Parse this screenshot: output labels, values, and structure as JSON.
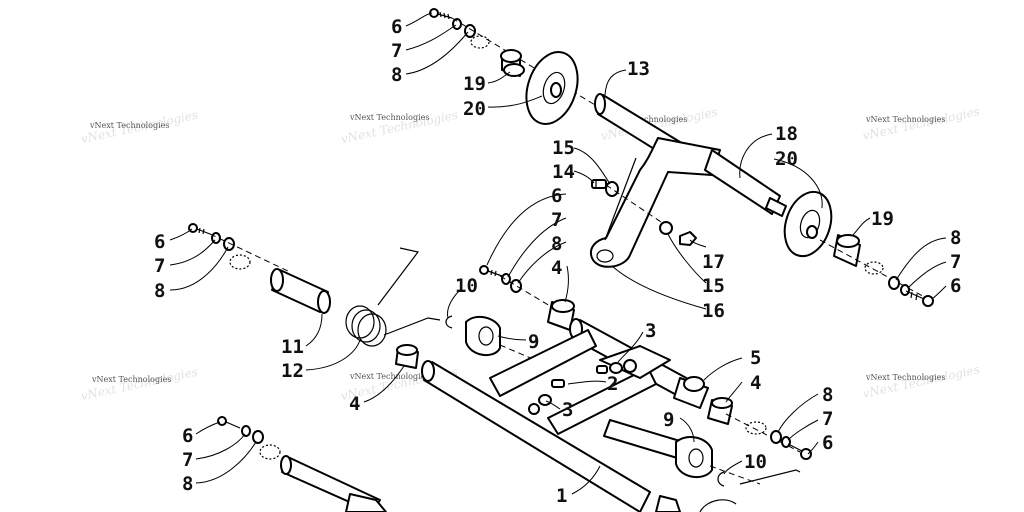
{
  "watermark": "vNext Technologies",
  "callouts": {
    "c6a": "6",
    "c7a": "7",
    "c8a": "8",
    "c19a": "19",
    "c20a": "20",
    "c13": "13",
    "c15a": "15",
    "c14": "14",
    "c18": "18",
    "c20b": "20",
    "c19b": "19",
    "c6b": "6",
    "c7b": "7",
    "c8b": "8",
    "c4a": "4",
    "c10a": "10",
    "c6c": "6",
    "c7c": "7",
    "c8c": "8",
    "c11": "11",
    "c12": "12",
    "c17": "17",
    "c15b": "15",
    "c16": "16",
    "c8d": "8",
    "c7d": "7",
    "c6d": "6",
    "c9a": "9",
    "c3a": "3",
    "c2": "2",
    "c3b": "3",
    "c5": "5",
    "c4b": "4",
    "c4c": "4",
    "c8e": "8",
    "c7e": "7",
    "c6e": "6",
    "c6f": "6",
    "c7f": "7",
    "c8f": "8",
    "c9b": "9",
    "c10b": "10",
    "c1": "1"
  }
}
